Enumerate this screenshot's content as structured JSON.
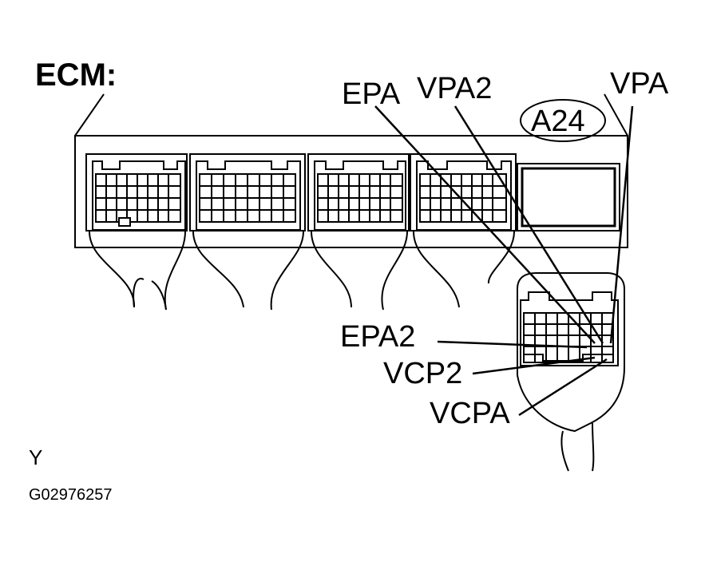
{
  "title": "ECM:",
  "connector_code": "A24",
  "pins": {
    "epa": "EPA",
    "vpa2": "VPA2",
    "vpa": "VPA",
    "epa2": "EPA2",
    "vcp2": "VCP2",
    "vcpa": "VCPA"
  },
  "footer": {
    "letter": "Y",
    "figure_code": "G02976257"
  }
}
